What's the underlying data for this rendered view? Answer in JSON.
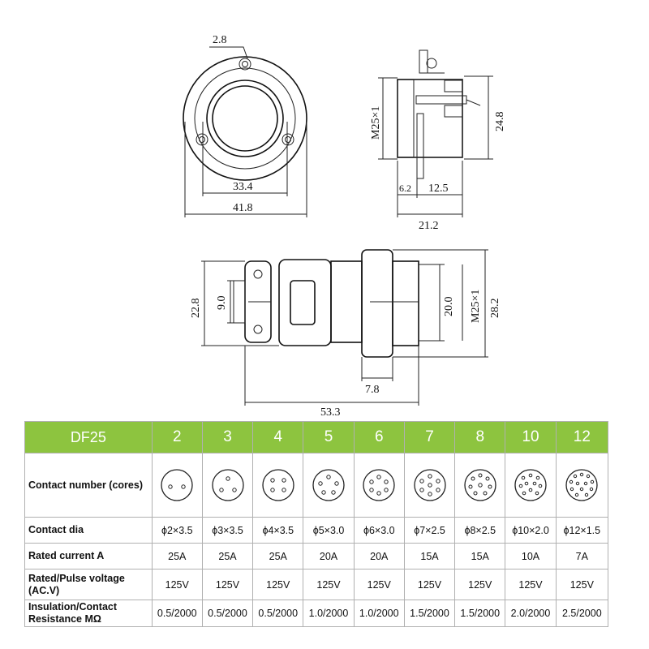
{
  "drawing": {
    "front_view": {
      "hole_dia": "2.8",
      "inner_width": "33.4",
      "outer_width": "41.8"
    },
    "side_view": {
      "thread": "M25×1",
      "height": "24.8",
      "flange": "6.2",
      "body_len": "12.5",
      "total_len": "21.2"
    },
    "plug_view": {
      "height_left": "22.8",
      "inner_left": "9.0",
      "inner_right": "20.0",
      "thread": "M25×1",
      "height_right": "28.2",
      "nut_width": "7.8",
      "total_len": "53.3"
    }
  },
  "table": {
    "header_label": "DF25",
    "columns": [
      "2",
      "3",
      "4",
      "5",
      "6",
      "7",
      "8",
      "10",
      "12"
    ],
    "rows": {
      "contact_number": {
        "label": "Contact number (cores)"
      },
      "contact_dia": {
        "label": "Contact dia",
        "values": [
          "ϕ2×3.5",
          "ϕ3×3.5",
          "ϕ4×3.5",
          "ϕ5×3.0",
          "ϕ6×3.0",
          "ϕ7×2.5",
          "ϕ8×2.5",
          "ϕ10×2.0",
          "ϕ12×1.5"
        ]
      },
      "rated_current": {
        "label": "Rated current A",
        "values": [
          "25A",
          "25A",
          "25A",
          "20A",
          "20A",
          "15A",
          "15A",
          "10A",
          "7A"
        ]
      },
      "rated_voltage": {
        "label_line1": "Rated/Pulse voltage",
        "label_line2": "(AC.V)",
        "values": [
          "125V",
          "125V",
          "125V",
          "125V",
          "125V",
          "125V",
          "125V",
          "125V",
          "125V"
        ]
      },
      "insulation": {
        "label_line1": "Insulation/Contact",
        "label_line2": "Resistance MΩ",
        "values": [
          "0.5/2000",
          "0.5/2000",
          "0.5/2000",
          "1.0/2000",
          "1.0/2000",
          "1.5/2000",
          "1.5/2000",
          "2.0/2000",
          "2.5/2000"
        ]
      }
    }
  },
  "colors": {
    "header_green": "#8dc43f",
    "header_text": "#ffffff"
  }
}
